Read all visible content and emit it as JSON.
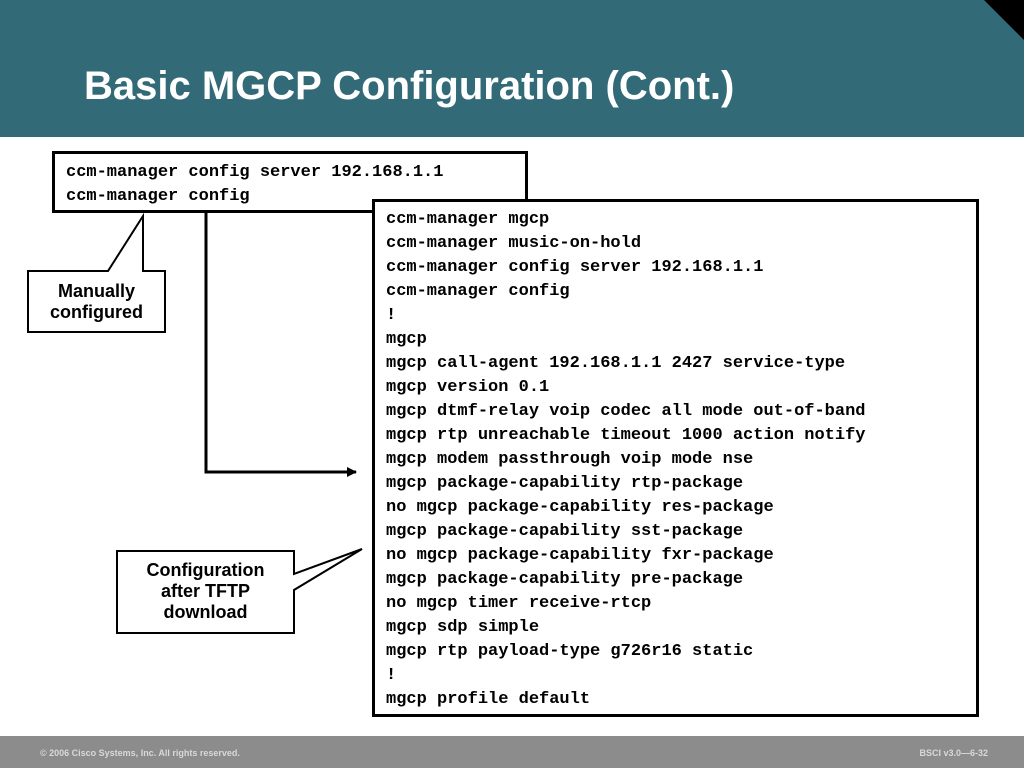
{
  "slide": {
    "title": "Basic MGCP Configuration (Cont.)"
  },
  "manual_config": {
    "lines": [
      "ccm-manager config server 192.168.1.1",
      "ccm-manager config"
    ]
  },
  "tftp_config": {
    "lines": [
      "ccm-manager mgcp",
      "ccm-manager music-on-hold",
      "ccm-manager config server 192.168.1.1",
      "ccm-manager config",
      "!",
      "mgcp",
      "mgcp call-agent 192.168.1.1 2427 service-type",
      "mgcp version 0.1",
      "mgcp dtmf-relay voip codec all mode out-of-band",
      "mgcp rtp unreachable timeout 1000 action notify",
      "mgcp modem passthrough voip mode nse",
      "mgcp package-capability rtp-package",
      "no mgcp package-capability res-package",
      "mgcp package-capability sst-package",
      "no mgcp package-capability fxr-package",
      "mgcp package-capability pre-package",
      "no mgcp timer receive-rtcp",
      "mgcp sdp simple",
      "mgcp rtp payload-type g726r16 static",
      "!",
      "mgcp profile default"
    ]
  },
  "callouts": {
    "manual": [
      "Manually",
      "configured"
    ],
    "tftp": [
      "Configuration",
      "after TFTP",
      "download"
    ]
  },
  "footer": {
    "copyright": "© 2006 Cisco Systems, Inc. All rights reserved.",
    "course": "BSCI v3.0—6-32"
  },
  "colors": {
    "header_bg": "#336a78",
    "footer_bg": "#8c8c8c"
  }
}
